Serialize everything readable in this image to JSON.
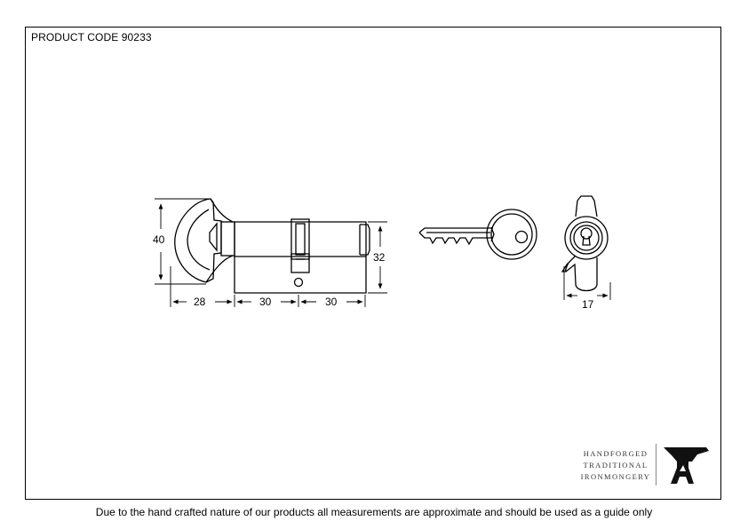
{
  "header": {
    "product_code": "PRODUCT CODE 90233"
  },
  "dimensions": {
    "thumbturn_height": "40",
    "thumbturn_length": "28",
    "cylinder_left": "30",
    "cylinder_right": "30",
    "cylinder_height": "32",
    "end_width": "17"
  },
  "brand": {
    "line1": "HANDFORGED",
    "line2": "TRADITIONAL",
    "line3": "IRONMONGERY",
    "logo_icon": "anvil-icon"
  },
  "footer": {
    "disclaimer": "Due to the hand crafted nature of our products all measurements are approximate and should be used as a guide only"
  }
}
